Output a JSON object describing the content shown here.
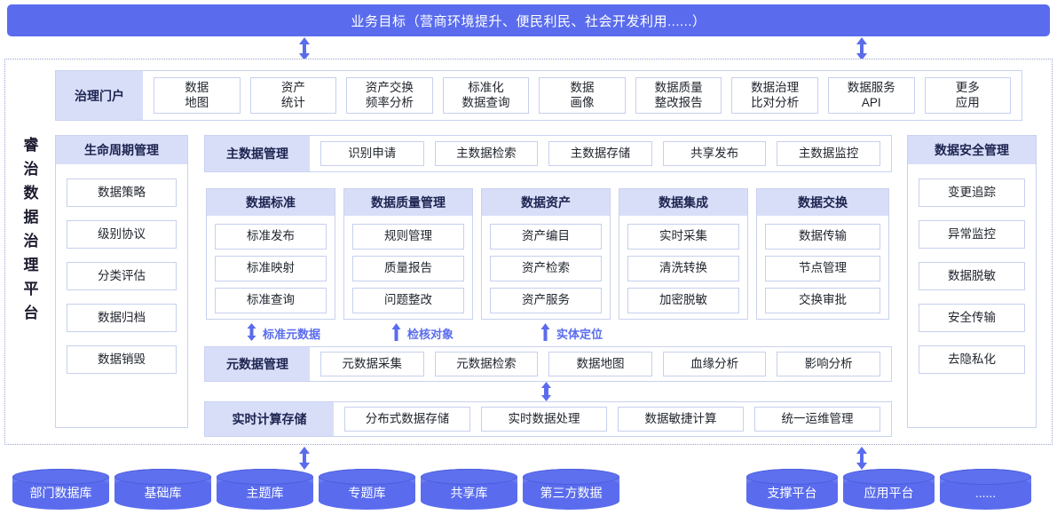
{
  "goal_bar": {
    "label": "业务目标（营商环境提升、便民利民、社会开发利用......）"
  },
  "platform_title": [
    "睿",
    "治",
    "数",
    "据",
    "治",
    "理",
    "平",
    "台"
  ],
  "portal": {
    "head": "治理门户",
    "items": [
      "数据\n地图",
      "资产\n统计",
      "资产交换\n频率分析",
      "标准化\n数据查询",
      "数据\n画像",
      "数据质量\n整改报告",
      "数据治理\n比对分析",
      "数据服务\nAPI",
      "更多\n应用"
    ]
  },
  "lifecycle": {
    "head": "生命周期管理",
    "items": [
      "数据策略",
      "级别协议",
      "分类评估",
      "数据归档",
      "数据销毁"
    ]
  },
  "master_data": {
    "head": "主数据管理",
    "items": [
      "识别申请",
      "主数据检索",
      "主数据存储",
      "共享发布",
      "主数据监控"
    ]
  },
  "mid_groups": [
    {
      "head": "数据标准",
      "items": [
        "标准发布",
        "标准映射",
        "标准查询"
      ]
    },
    {
      "head": "数据质量管理",
      "items": [
        "规则管理",
        "质量报告",
        "问题整改"
      ]
    },
    {
      "head": "数据资产",
      "items": [
        "资产编目",
        "资产检索",
        "资产服务"
      ]
    },
    {
      "head": "数据集成",
      "items": [
        "实时采集",
        "清洗转换",
        "加密脱敏"
      ]
    },
    {
      "head": "数据交换",
      "items": [
        "数据传输",
        "节点管理",
        "交换审批"
      ]
    }
  ],
  "flow_labels": [
    {
      "text": "标准元数据",
      "arrow": "double-arrow-icon"
    },
    {
      "text": "检核对象",
      "arrow": "up-arrow-icon"
    },
    {
      "text": "实体定位",
      "arrow": "up-arrow-icon"
    }
  ],
  "metadata": {
    "head": "元数据管理",
    "items": [
      "元数据采集",
      "元数据检索",
      "数据地图",
      "血缘分析",
      "影响分析"
    ]
  },
  "compute": {
    "head": "实时计算存储",
    "items": [
      "分布式数据存储",
      "实时数据处理",
      "数据敏捷计算",
      "统一运维管理"
    ]
  },
  "security": {
    "head": "数据安全管理",
    "items": [
      "变更追踪",
      "异常监控",
      "数据脱敏",
      "安全传输",
      "去隐私化"
    ]
  },
  "data_sources_left": [
    "部门数据库",
    "基础库",
    "主题库",
    "专题库",
    "共享库",
    "第三方数据"
  ],
  "data_sources_right": [
    "支撑平台",
    "应用平台",
    "......"
  ],
  "colors": {
    "brand": "#5a6ced",
    "panel_head": "#d9def8",
    "cell_border": "#c7d0ee",
    "text": "#21262e"
  }
}
